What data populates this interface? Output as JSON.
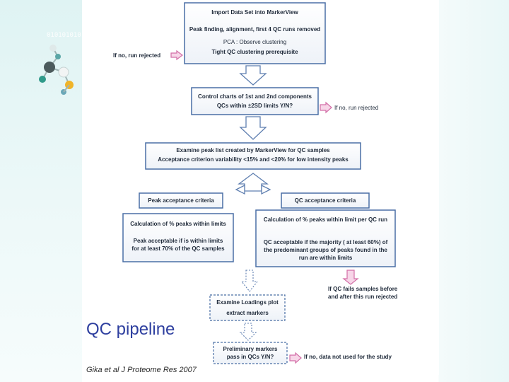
{
  "background": {
    "binary_text": "01010101010"
  },
  "flowchart": {
    "box1": {
      "lines": [
        "Import Data Set into MarkerView",
        "Peak finding, alignment, first 4 QC runs removed",
        "PCA  : Observe clustering",
        "Tight QC clustering prerequisite"
      ]
    },
    "box2": {
      "lines": [
        "Control charts of 1st and 2nd components",
        "QCs within ±2SD limits Y/N?"
      ]
    },
    "box3": {
      "lines": [
        "Examine peak list created by MarkerView for QC samples",
        "Acceptance criterion variability <15% and <20% for low intensity peaks"
      ]
    },
    "box_peak_header": {
      "text": "Peak acceptance criteria"
    },
    "box_qc_header": {
      "text": "QC acceptance criteria"
    },
    "box_peak_detail": {
      "lines": [
        "Calculation of % peaks within limits",
        "Peak acceptable if is within limits",
        "for at least 70% of the QC samples"
      ]
    },
    "box_qc_detail": {
      "lines": [
        "Calculation of % peaks within limit per QC run",
        "QC acceptable if the majority ( at least 60%) of",
        "the predominant groups of peaks found in the",
        "run are within limits"
      ]
    },
    "box_loadings": {
      "lines": [
        "Examine Loadings plot",
        "extract markers"
      ]
    },
    "box_preliminary": {
      "lines": [
        "Preliminary markers",
        "pass in QCs Y/N?"
      ]
    },
    "notes": {
      "note1": "If no, run rejected",
      "note2": "If no, run rejected",
      "note3_lines": [
        "If QC fails samples before",
        "and after this run rejected"
      ],
      "note4": "If no, data not used for the study"
    }
  },
  "caption": {
    "title": "QC pipeline",
    "reference": "Gika et al J Proteome Res 2007"
  },
  "colors": {
    "box_border": "#4a6fa5",
    "arrow_outline": "#5f7fb0",
    "reject_arrow": "#d36ea7",
    "caption_title": "#2e3f9f"
  }
}
